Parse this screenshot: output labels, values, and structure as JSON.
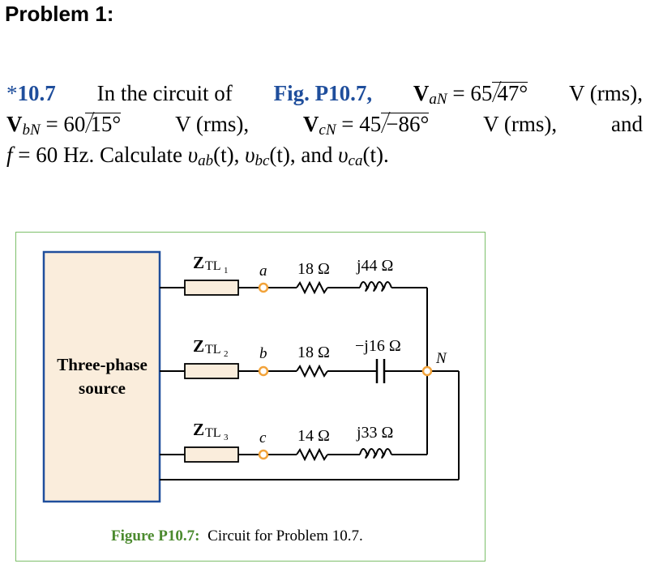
{
  "heading": "Problem 1:",
  "problem": {
    "star": "*",
    "number": "10.7",
    "intro": "In the circuit of",
    "fig_ref": "Fig. P10.7,",
    "v": "V",
    "sub_aN": "aN",
    "sub_bN": "bN",
    "sub_cN": "cN",
    "eq": "=",
    "van_mag": "65",
    "van_ang": "47°",
    "vbn_mag": "60",
    "vbn_ang": "15°",
    "vcn_mag": "45",
    "vcn_ang": "−86°",
    "unit": "V (rms),",
    "and": "and",
    "f": "f",
    "f_value": "= 60 Hz. Calculate",
    "v_lower": "υ",
    "sub_ab": "ab",
    "sub_bc": "bc",
    "sub_ca": "ca",
    "t_comma": "(t),",
    "t_period": "(t).",
    "and2": "and"
  },
  "circuit": {
    "source_label_1": "Three-phase",
    "source_label_2": "source",
    "z_label": "Z",
    "tl_1": "TL",
    "tl_sub_1": "1",
    "tl_sub_2": "2",
    "tl_sub_3": "3",
    "node_a": "a",
    "node_b": "b",
    "node_c": "c",
    "node_N": "N",
    "r_a": "18 Ω",
    "x_a": "j44 Ω",
    "r_b": "18 Ω",
    "x_b": "−j16 Ω",
    "r_c": "14 Ω",
    "x_c": "j33 Ω",
    "caption_label": "Figure P10.7:",
    "caption_text": "Circuit for Problem 10.7."
  },
  "colors": {
    "accent_blue": "#1f4e9c",
    "source_fill": "#faeddc",
    "terminal_orange": "#f2a33a",
    "frame_green": "#7dbf6a",
    "caption_green": "#4b8a2e"
  }
}
